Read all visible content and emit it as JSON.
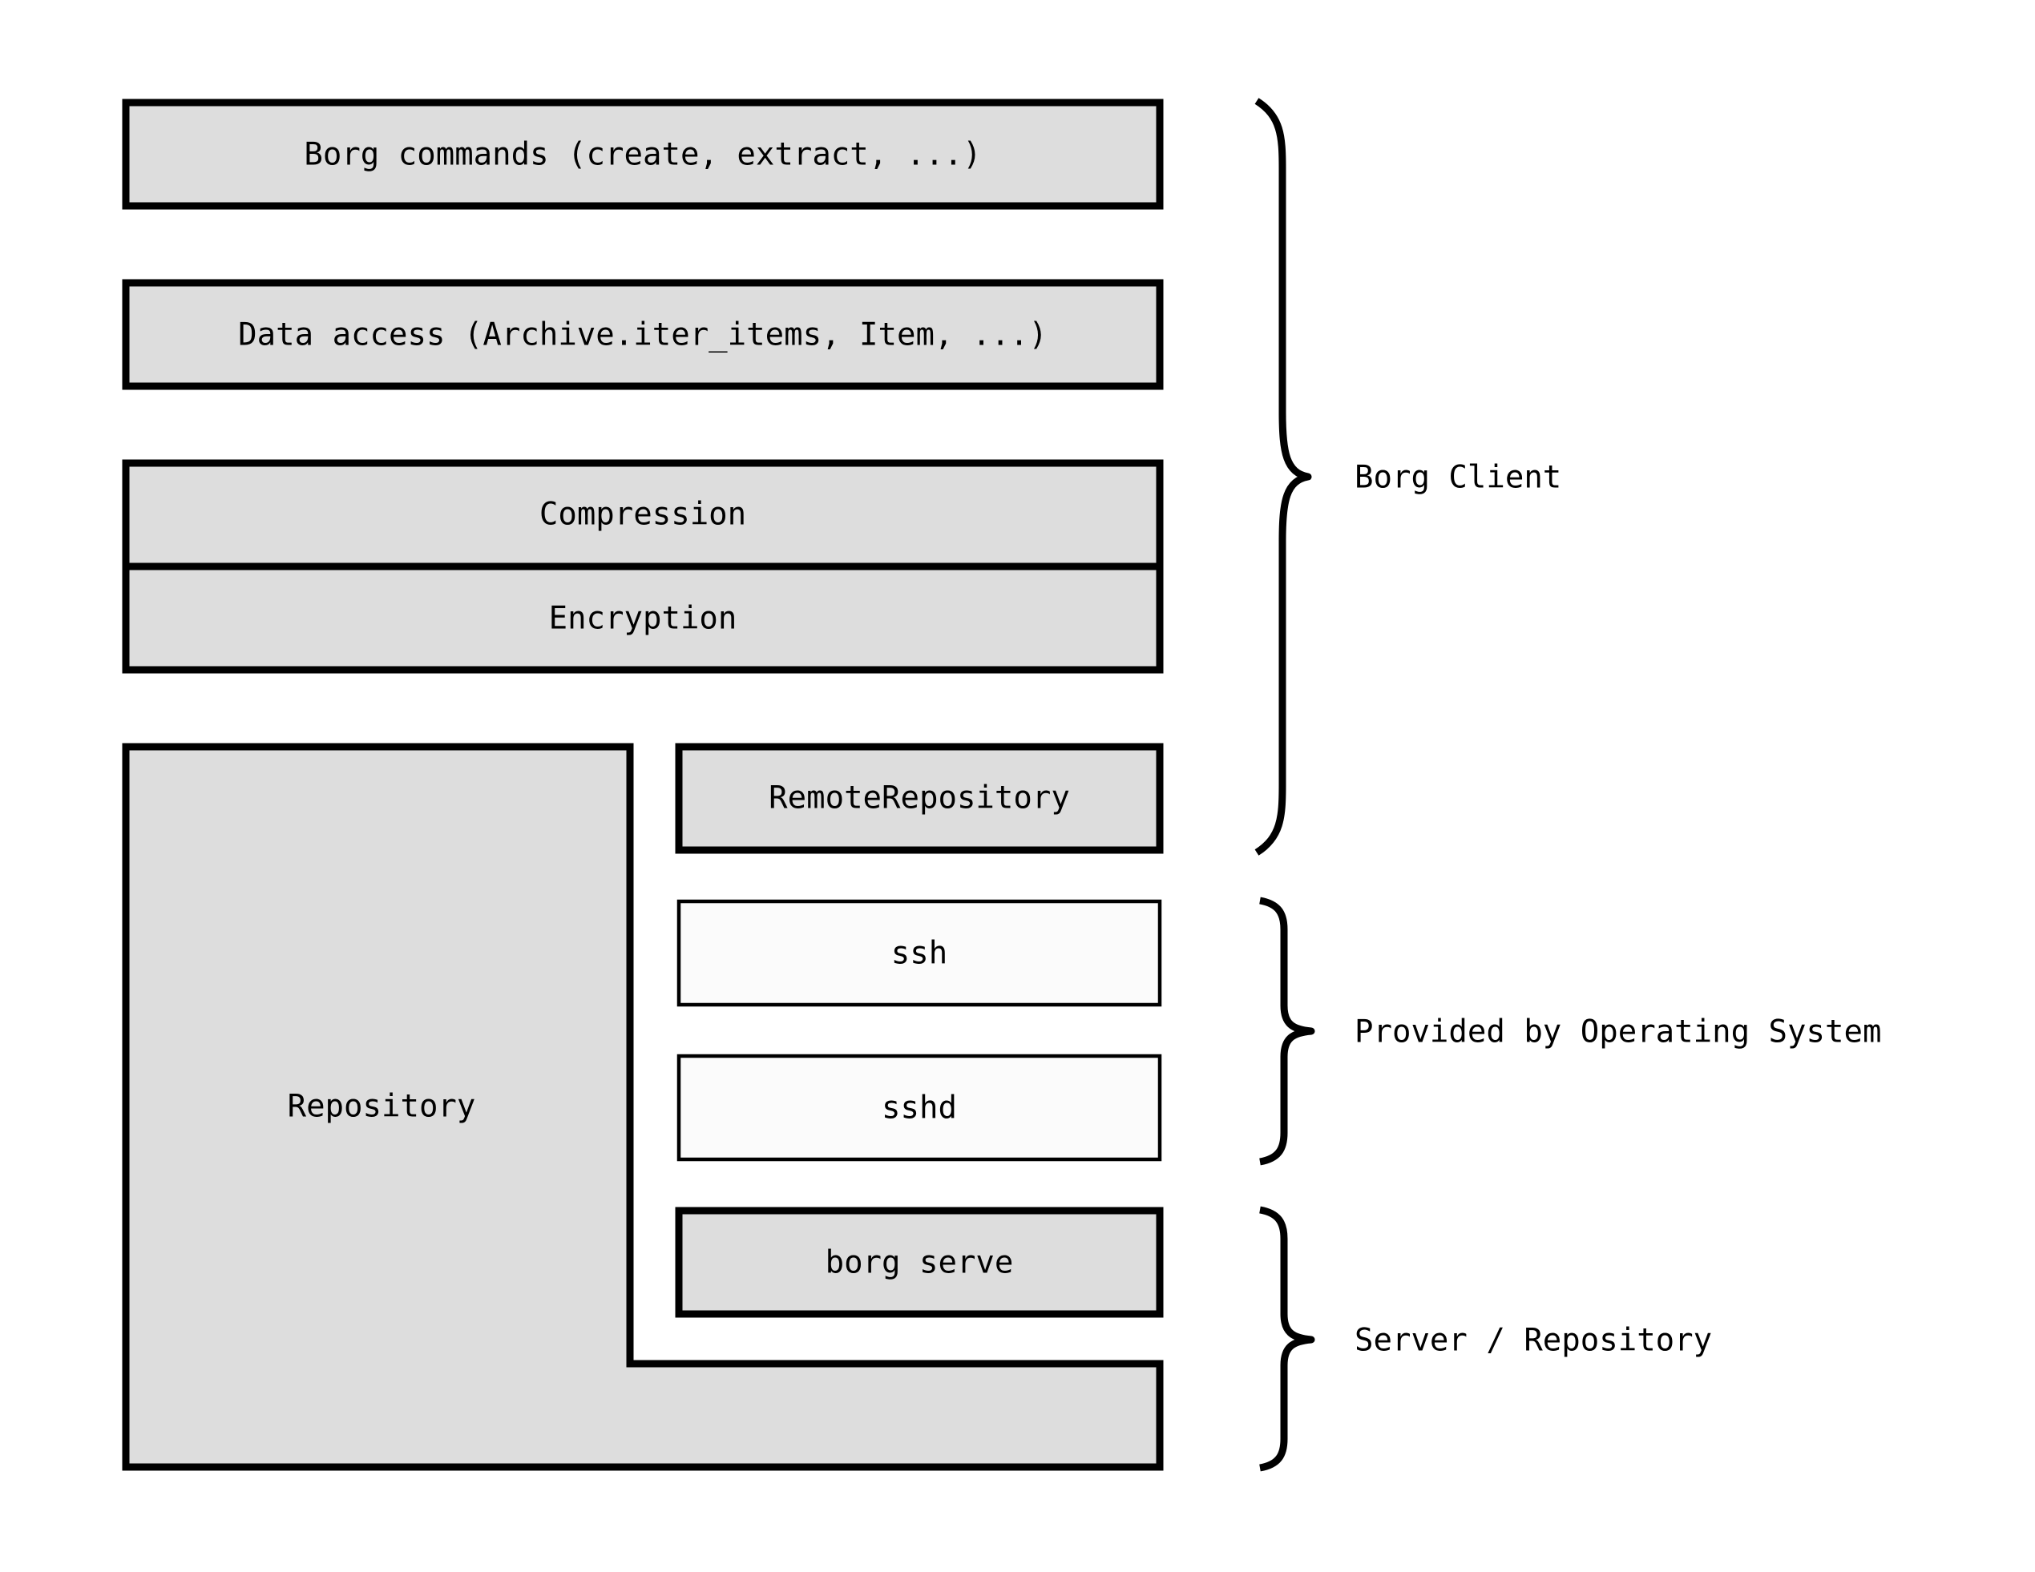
{
  "layers": {
    "borg_commands": "Borg commands (create, extract, ...)",
    "data_access": "Data access (Archive.iter_items, Item, ...)",
    "compression": "Compression",
    "encryption": "Encryption",
    "repository": "Repository",
    "remote_repository": "RemoteRepository",
    "ssh": "ssh",
    "sshd": "sshd",
    "borg_serve": "borg serve"
  },
  "groups": {
    "borg_client": "Borg Client",
    "operating_system": "Provided by Operating System",
    "server_repository": "Server / Repository"
  },
  "colors": {
    "layer_fill": "#dddddd",
    "os_fill": "#fbfbfb",
    "stroke": "#000000"
  }
}
